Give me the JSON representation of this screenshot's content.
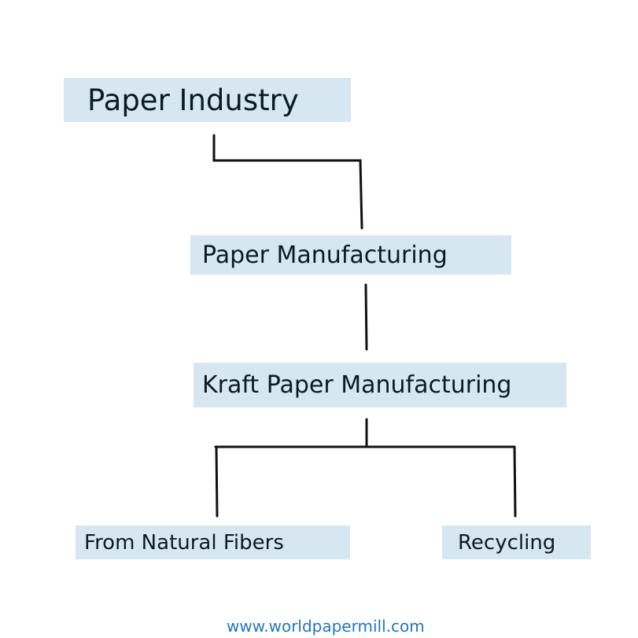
{
  "nodes": {
    "root": "Paper Industry",
    "level1": "Paper Manufacturing",
    "level2": "Kraft Paper Manufacturing",
    "leaf_left": "From Natural Fibers",
    "leaf_right": "Recycling"
  },
  "footer": "www.worldpapermill.com",
  "colors": {
    "box": "#d7e7f1",
    "line": "#111111",
    "footer": "#1f78bd"
  }
}
